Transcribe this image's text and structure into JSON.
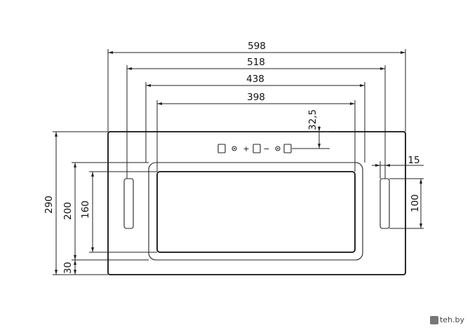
{
  "dimensions": {
    "width_outer": "598",
    "width_2": "518",
    "width_3": "438",
    "width_4": "398",
    "control_offset": "32,5",
    "side_width": "15",
    "height_total": "290",
    "height_2": "200",
    "height_3": "160",
    "bottom_offset": "30",
    "side_height": "100"
  },
  "controls": {
    "btn1_symbol": "",
    "btn2_symbol": "◎",
    "btn3_symbol": "+",
    "btn4_symbol": "",
    "btn5_symbol": "−",
    "btn6_symbol": "◎",
    "btn7_symbol": ""
  },
  "watermark": "teh.by"
}
